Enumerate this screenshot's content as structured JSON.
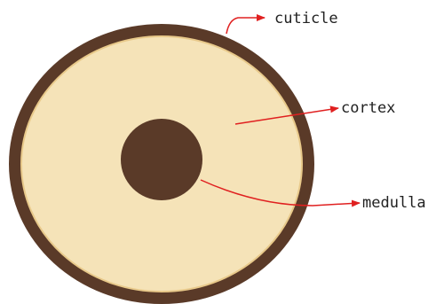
{
  "diagram": {
    "title": "",
    "labels": {
      "cuticle": "cuticle",
      "cortex": "cortex",
      "medulla": "medulla"
    },
    "colors": {
      "background": "#ffffff",
      "cuticle": "#5a3a28",
      "cortex": "#f5e3b8",
      "cortex_edge": "#e8c98a",
      "medulla": "#5a3a28",
      "arrow": "#e02020",
      "text": "#222222"
    }
  }
}
